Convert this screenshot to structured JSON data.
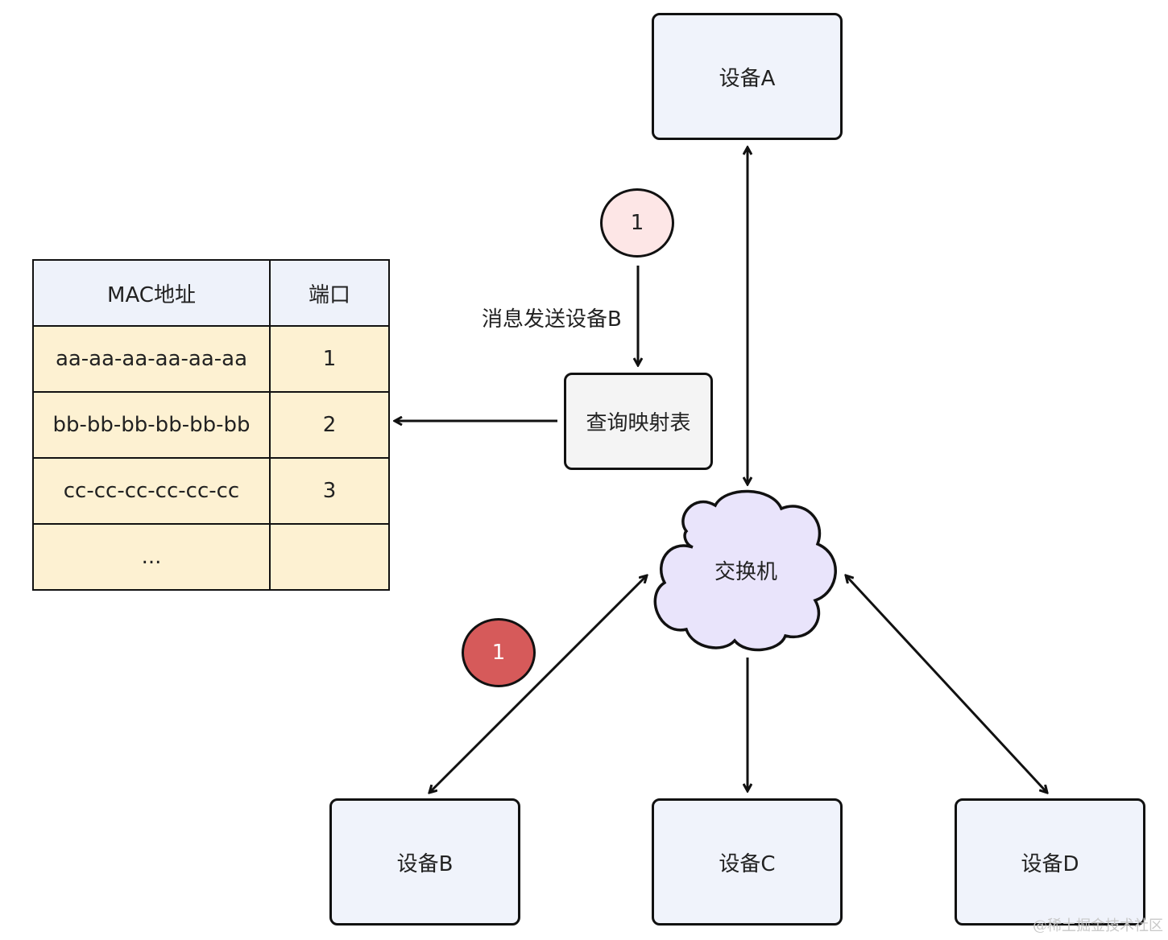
{
  "devices": {
    "a": "设备A",
    "b": "设备B",
    "c": "设备C",
    "d": "设备D"
  },
  "switch_label": "交换机",
  "query_label": "查询映射表",
  "message_label": "消息发送设备B",
  "badges": {
    "top": "1",
    "bottom": "1"
  },
  "mac_table": {
    "headers": [
      "MAC地址",
      "端口"
    ],
    "rows": [
      [
        "aa-aa-aa-aa-aa-aa",
        "1"
      ],
      [
        "bb-bb-bb-bb-bb-bb",
        "2"
      ],
      [
        "cc-cc-cc-cc-cc-cc",
        "3"
      ],
      [
        "...",
        ""
      ]
    ]
  },
  "watermark": "@稀土掘金技术社区",
  "colors": {
    "device_fill": "#f0f3fb",
    "cloud_fill": "#e9e4fb",
    "query_fill": "#f4f4f4",
    "table_header_fill": "#eef2fa",
    "table_body_fill": "#fdf1d2",
    "badge_light": "#fde6e6",
    "badge_dark": "#d65a5a"
  }
}
